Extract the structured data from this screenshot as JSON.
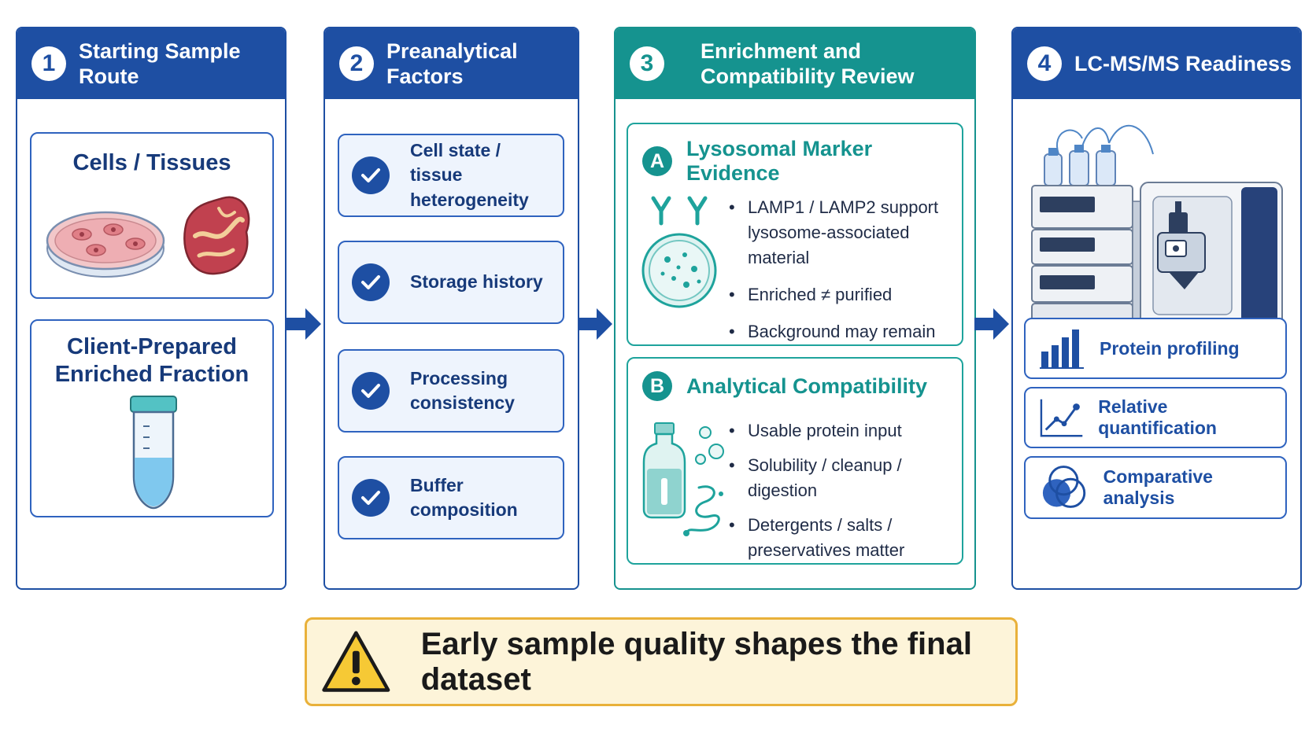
{
  "colors": {
    "navy": "#1e4fa3",
    "teal": "#15938f",
    "warning_border": "#e9b13a",
    "warning_fill": "#fdf4d9"
  },
  "steps": [
    {
      "number": "1",
      "title": "Starting Sample Route",
      "cards": [
        {
          "title": "Cells / Tissues",
          "icons": [
            "petri-dish-icon",
            "tissue-icon"
          ]
        },
        {
          "title_line1": "Client-Prepared",
          "title_line2": "Enriched Fraction",
          "icons": [
            "sample-tube-icon"
          ]
        }
      ]
    },
    {
      "number": "2",
      "title": "Preanalytical Factors",
      "items": [
        {
          "line1": "Cell state /",
          "line2": "tissue heterogeneity"
        },
        {
          "line1": "Storage history",
          "line2": ""
        },
        {
          "line1": "Processing",
          "line2": "consistency"
        },
        {
          "line1": "Buffer composition",
          "line2": ""
        }
      ]
    },
    {
      "number": "3",
      "title_line1": "Enrichment and",
      "title_line2": "Compatibility Review",
      "sections": [
        {
          "letter": "A",
          "title": "Lysosomal Marker Evidence",
          "icon": "antibody-lysosome-icon",
          "bullets": [
            {
              "line1": "LAMP1 / LAMP2 support",
              "line2": "lysosome-associated material"
            },
            {
              "line1": "Enriched ≠ purified",
              "line2": ""
            },
            {
              "line1": "Background may remain",
              "line2": ""
            }
          ]
        },
        {
          "letter": "B",
          "title": "Analytical Compatibility",
          "icon": "reagent-bottle-icon",
          "bullets": [
            {
              "line1": "Usable protein input",
              "line2": ""
            },
            {
              "line1": "Solubility / cleanup / digestion",
              "line2": ""
            },
            {
              "line1": "Detergents / salts /",
              "line2": "preservatives matter"
            }
          ]
        }
      ]
    },
    {
      "number": "4",
      "title": "LC-MS/MS Readiness",
      "instrument_icon": "lc-ms-instrument-icon",
      "outputs": [
        {
          "label": "Protein profiling",
          "icon": "bar-chart-icon"
        },
        {
          "label": "Relative quantification",
          "icon": "line-chart-icon"
        },
        {
          "label": "Comparative analysis",
          "icon": "venn-diagram-icon"
        }
      ]
    }
  ],
  "banner": {
    "icon": "warning-icon",
    "text": "Early sample quality shapes the final dataset"
  }
}
